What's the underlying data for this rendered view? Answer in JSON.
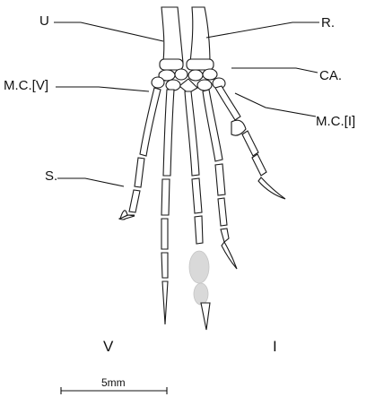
{
  "labels": {
    "ulna": "U",
    "radius": "R.",
    "carpus": "CA.",
    "metacarpal_v": "M.C.[V]",
    "metacarpal_i": "M.C.[I]",
    "sesamoid": "S."
  },
  "digits": {
    "fifth": "V",
    "first": "I"
  },
  "scale_bar": {
    "label": "5mm"
  }
}
